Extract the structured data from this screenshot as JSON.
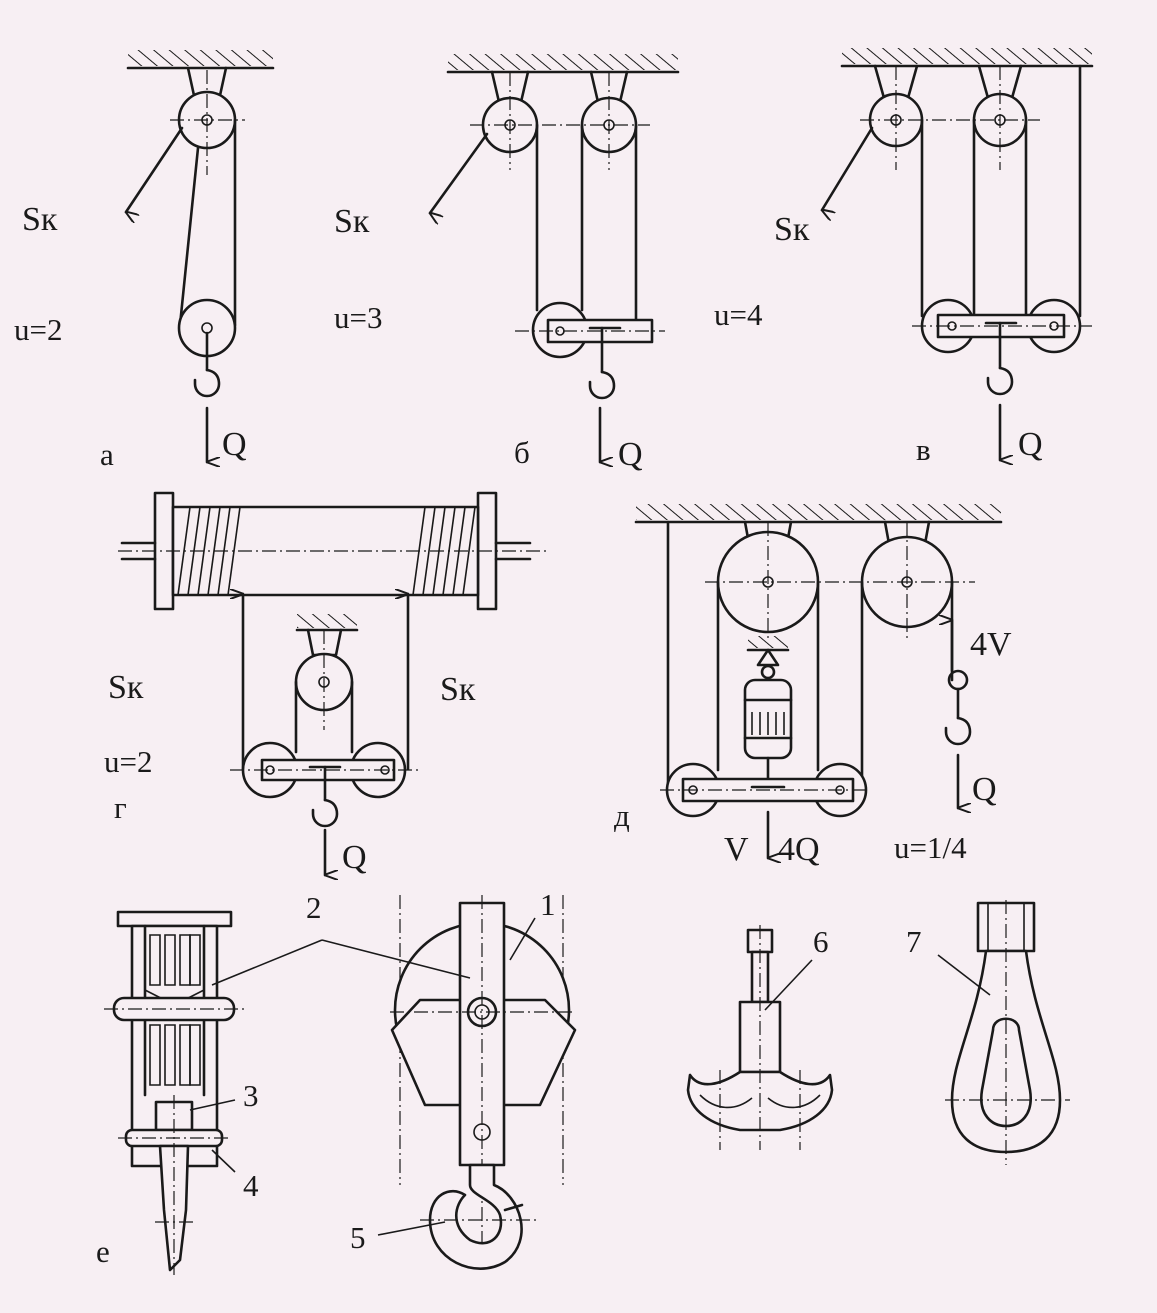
{
  "panels": {
    "a": {
      "letter": "а",
      "force": "Sк",
      "ratio": "u=2",
      "load": "Q"
    },
    "b": {
      "letter": "б",
      "force": "Sк",
      "ratio": "u=3",
      "load": "Q"
    },
    "v": {
      "letter": "в",
      "force": "Sк",
      "ratio": "u=4",
      "load": "Q"
    },
    "g": {
      "letter": "г",
      "force_left": "Sк",
      "force_right": "Sк",
      "ratio": "u=2",
      "load": "Q"
    },
    "d": {
      "letter": "д",
      "speed_top": "4V",
      "load": "Q",
      "speed_bottom": "V",
      "load_bottom": "4Q",
      "ratio": "u=1/4"
    },
    "e": {
      "letter": "е",
      "callouts": [
        "1",
        "2",
        "3",
        "4",
        "5",
        "6",
        "7"
      ]
    }
  }
}
